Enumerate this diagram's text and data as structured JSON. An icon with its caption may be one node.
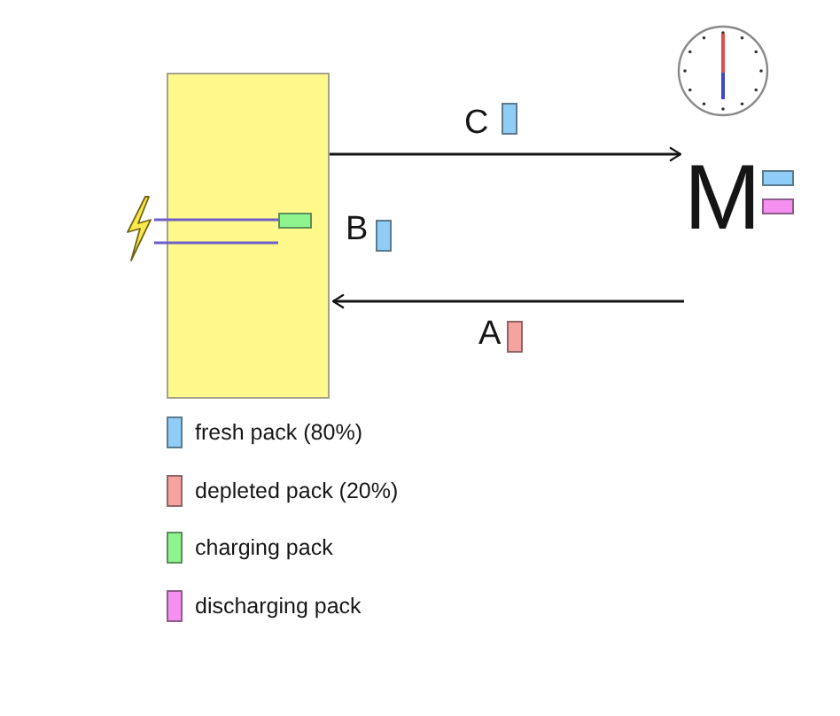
{
  "diagram": {
    "nodes": [
      {
        "text": [],
        "shape": "box"
      },
      {
        "text": [],
        "shape": "box",
        "in": 0
      },
      {
        "text": [],
        "shape": "lightning"
      },
      {
        "text": [
          "M"
        ]
      }
    ],
    "edges": [
      {
        "from": 0,
        "to": 3,
        "arrow": "to",
        "label": "C"
      },
      {
        "from": 3,
        "to": 0,
        "arrow": "to",
        "label": "A"
      },
      {
        "from": 2,
        "to": 1,
        "arrow": "none",
        "color": "#6f5fc8"
      },
      {
        "from": 2,
        "to": 1,
        "arrow": "none",
        "color": "#6f5fc8"
      }
    ],
    "labels": [
      "B"
    ],
    "legend": [
      {
        "text": "fresh pack (80%)",
        "color": "#8fcdf7"
      },
      {
        "text": "depleted pack (20%)",
        "color": "#f5a3a0"
      },
      {
        "text": "charging pack",
        "color": "#8ef58e"
      },
      {
        "text": "discharging pack",
        "color": "#f590f0"
      }
    ]
  }
}
